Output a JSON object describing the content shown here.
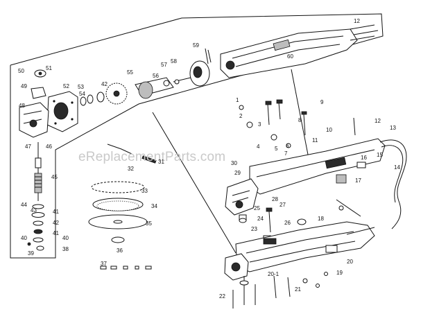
{
  "watermark": "eReplacementParts.com",
  "callouts": [
    {
      "id": "c1",
      "text": "1"
    },
    {
      "id": "c2",
      "text": "2"
    },
    {
      "id": "c3",
      "text": "3"
    },
    {
      "id": "c4",
      "text": "4"
    },
    {
      "id": "c5",
      "text": "5"
    },
    {
      "id": "c6",
      "text": "6"
    },
    {
      "id": "c7",
      "text": "7"
    },
    {
      "id": "c8",
      "text": "8"
    },
    {
      "id": "c9",
      "text": "9"
    },
    {
      "id": "c10",
      "text": "10"
    },
    {
      "id": "c11",
      "text": "11"
    },
    {
      "id": "c12a",
      "text": "12"
    },
    {
      "id": "c12b",
      "text": "12"
    },
    {
      "id": "c13",
      "text": "13"
    },
    {
      "id": "c14",
      "text": "14"
    },
    {
      "id": "c15",
      "text": "15"
    },
    {
      "id": "c16",
      "text": "16"
    },
    {
      "id": "c17",
      "text": "17"
    },
    {
      "id": "c18",
      "text": "18"
    },
    {
      "id": "c19",
      "text": "19"
    },
    {
      "id": "c20",
      "text": "20"
    },
    {
      "id": "c20b",
      "text": "20-1"
    },
    {
      "id": "c21",
      "text": "21"
    },
    {
      "id": "c22",
      "text": "22"
    },
    {
      "id": "c23",
      "text": "23"
    },
    {
      "id": "c24",
      "text": "24"
    },
    {
      "id": "c25",
      "text": "25"
    },
    {
      "id": "c26",
      "text": "26"
    },
    {
      "id": "c27",
      "text": "27"
    },
    {
      "id": "c28",
      "text": "28"
    },
    {
      "id": "c29",
      "text": "29"
    },
    {
      "id": "c30",
      "text": "30"
    },
    {
      "id": "c31",
      "text": "31"
    },
    {
      "id": "c32",
      "text": "32"
    },
    {
      "id": "c33",
      "text": "33"
    },
    {
      "id": "c34",
      "text": "34"
    },
    {
      "id": "c35",
      "text": "35"
    },
    {
      "id": "c36",
      "text": "36"
    },
    {
      "id": "c37",
      "text": "37"
    },
    {
      "id": "c38",
      "text": "38"
    },
    {
      "id": "c39",
      "text": "39"
    },
    {
      "id": "c40a",
      "text": "40"
    },
    {
      "id": "c40b",
      "text": "40"
    },
    {
      "id": "c41a",
      "text": "41"
    },
    {
      "id": "c41b",
      "text": "41"
    },
    {
      "id": "c42",
      "text": "42"
    },
    {
      "id": "c42b",
      "text": "42"
    },
    {
      "id": "c43",
      "text": "43"
    },
    {
      "id": "c44",
      "text": "44"
    },
    {
      "id": "c45",
      "text": "45"
    },
    {
      "id": "c46",
      "text": "46"
    },
    {
      "id": "c47",
      "text": "47"
    },
    {
      "id": "c48",
      "text": "48"
    },
    {
      "id": "c49",
      "text": "49"
    },
    {
      "id": "c50",
      "text": "50"
    },
    {
      "id": "c51",
      "text": "51"
    },
    {
      "id": "c52",
      "text": "52"
    },
    {
      "id": "c53",
      "text": "53"
    },
    {
      "id": "c54",
      "text": "54"
    },
    {
      "id": "c55",
      "text": "55"
    },
    {
      "id": "c56",
      "text": "56"
    },
    {
      "id": "c57",
      "text": "57"
    },
    {
      "id": "c58",
      "text": "58"
    },
    {
      "id": "c59",
      "text": "59"
    },
    {
      "id": "c60",
      "text": "60"
    }
  ]
}
